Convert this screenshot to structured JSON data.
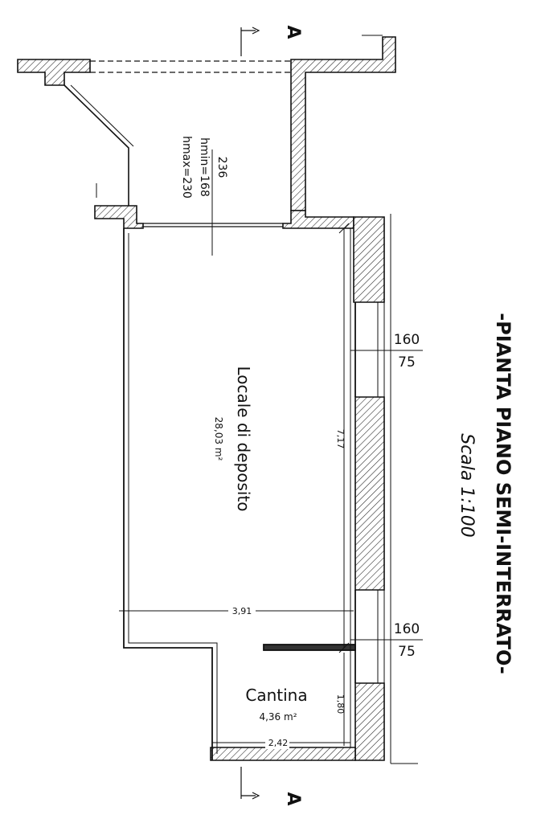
{
  "title": "-PIANTA PIANO SEMI-INTERRATO-",
  "scale": "Scala 1:100",
  "section_marker": "A",
  "rooms": [
    {
      "name": "Locale di deposito",
      "area": "28,03 m²"
    },
    {
      "name": "Cantina",
      "area": "4,36 m²"
    }
  ],
  "dimensions": {
    "length_main": "7,17",
    "width_main": "3,91",
    "width_cantina": "2,42",
    "length_cantina": "1,80"
  },
  "windows": [
    {
      "width": "160",
      "height": "75"
    },
    {
      "width": "160",
      "height": "75"
    }
  ],
  "stair": {
    "width": "236",
    "hmin": "hmin=168",
    "hmax": "hmax=230"
  }
}
